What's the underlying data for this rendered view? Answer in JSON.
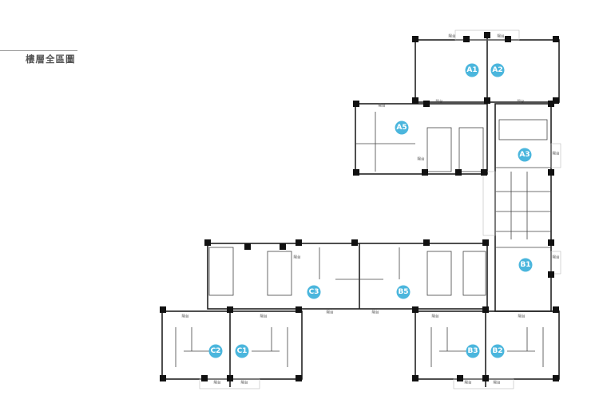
{
  "title": "樓層全區圖",
  "accent_color": "#4bb6dd",
  "units": [
    {
      "label": "A1"
    },
    {
      "label": "A2"
    },
    {
      "label": "A5"
    },
    {
      "label": "A3"
    },
    {
      "label": "B1"
    },
    {
      "label": "C3"
    },
    {
      "label": "B5"
    },
    {
      "label": "C2"
    },
    {
      "label": "C1"
    },
    {
      "label": "B3"
    },
    {
      "label": "B2"
    }
  ],
  "balcony_label": "陽台"
}
